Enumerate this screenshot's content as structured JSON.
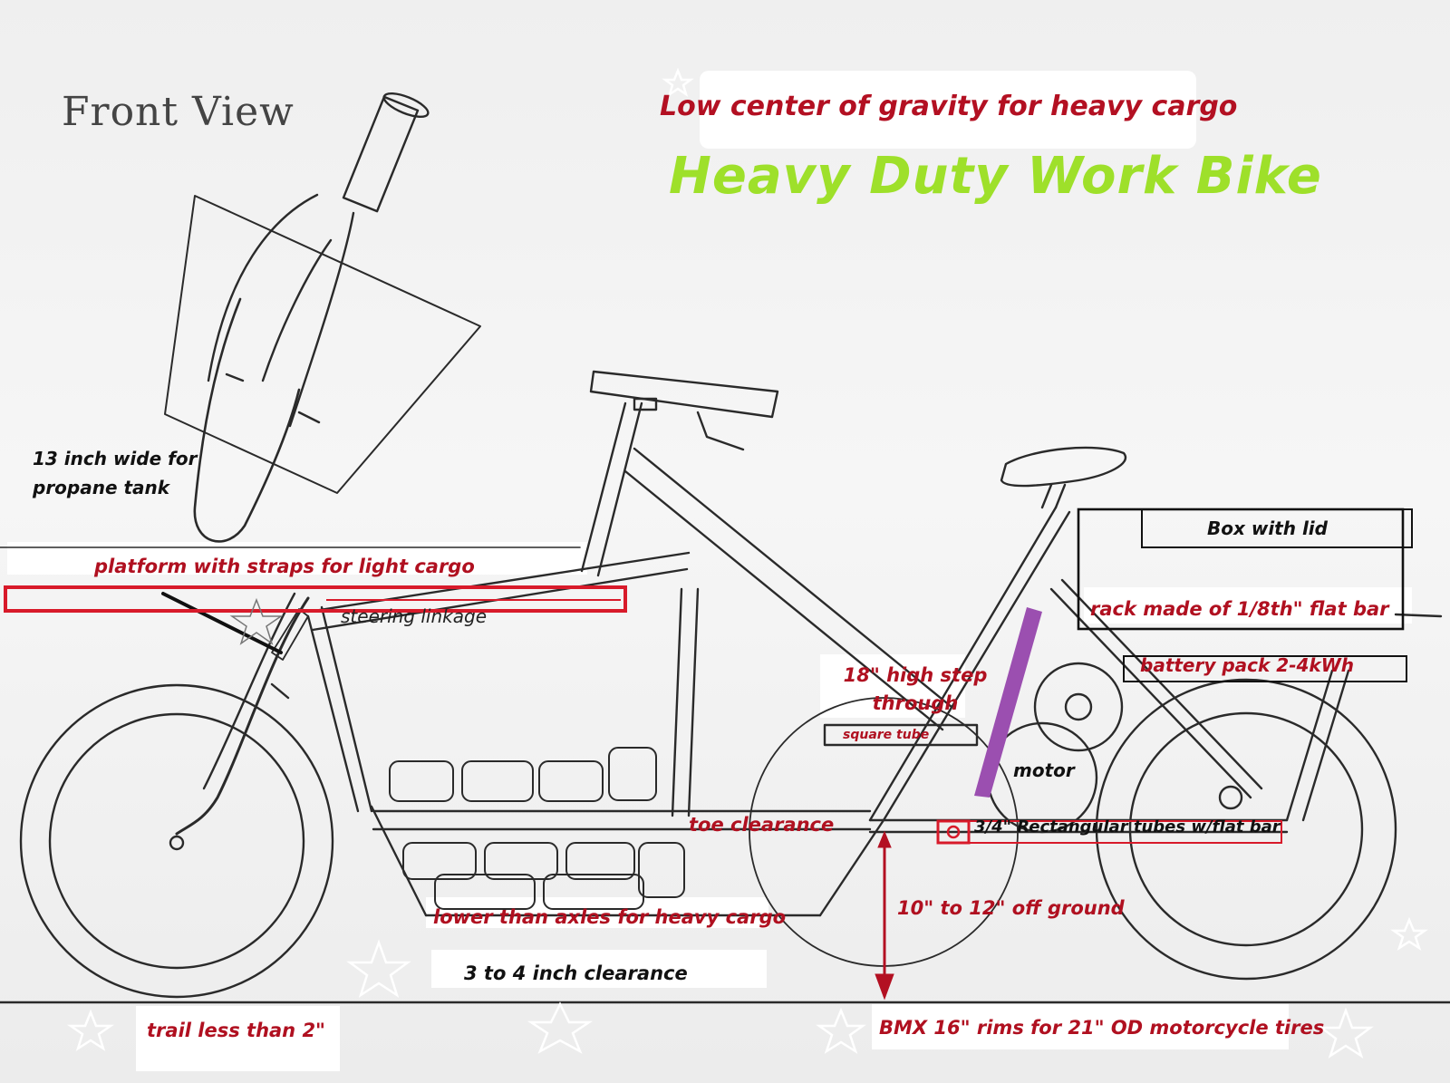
{
  "labels": {
    "front_view": "Front View",
    "subtitle": "Low center of gravity for heavy cargo",
    "title": "Heavy Duty Work Bike",
    "tank_note": "13 inch wide for propane tank",
    "platform": "platform with straps for light cargo",
    "steering": "steering linkage",
    "box_lid": "Box with lid",
    "rack": "rack made of 1/8th\" flat bar",
    "battery": "battery pack  2-4kWh",
    "step": "18\" high step through",
    "square_tube": "square tube",
    "motor": "motor",
    "toe": "toe clearance",
    "rect_tubes": "3/4\" Rectangular tubes  w/flat bar",
    "off_ground": "10\" to 12\" off ground",
    "lower": "lower than axles for heavy cargo",
    "clearance": "3 to 4 inch clearance",
    "trail": "trail less than 2\"",
    "rims": "BMX 16\" rims for 21\" OD motorcycle tires"
  },
  "colors": {
    "title_green": "#9ee02a",
    "label_red": "#b01020",
    "highlight_red": "#d81a2a",
    "battery_purple": "#9b4fb0",
    "ink": "#2a2a2a"
  }
}
